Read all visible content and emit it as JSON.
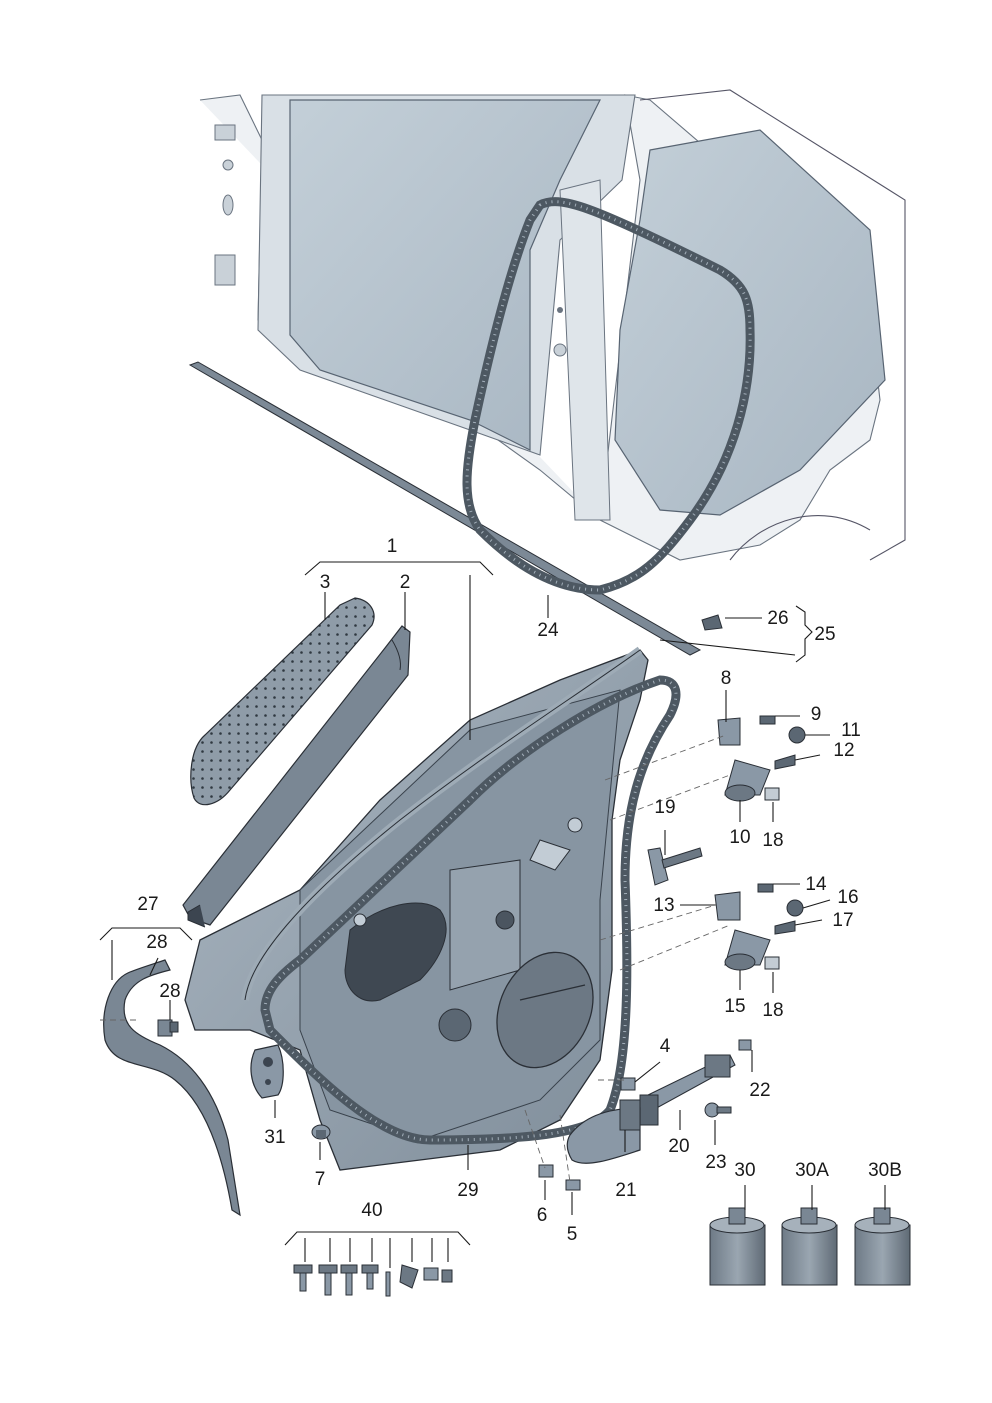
{
  "diagram": {
    "colors": {
      "body_fill": "#e6eaee",
      "glass_fill": "#b9c6d0",
      "part_fill": "#8a98a6",
      "part_dark": "#5b6773",
      "seal_fill": "#6f7b86",
      "line": "#1a1a1a"
    },
    "callouts": {
      "c1": "1",
      "c2": "2",
      "c3": "3",
      "c4": "4",
      "c5": "5",
      "c6": "6",
      "c7": "7",
      "c8": "8",
      "c9": "9",
      "c10": "10",
      "c11": "11",
      "c12": "12",
      "c13": "13",
      "c14": "14",
      "c15": "15",
      "c16": "16",
      "c17": "17",
      "c18a": "18",
      "c18b": "18",
      "c19": "19",
      "c20": "20",
      "c21": "21",
      "c22": "22",
      "c23": "23",
      "c24": "24",
      "c25": "25",
      "c26": "26",
      "c27": "27",
      "c28a": "28",
      "c28b": "28",
      "c29": "29",
      "c30": "30",
      "c30a": "30A",
      "c30b": "30B",
      "c31": "31",
      "c40": "40"
    }
  }
}
